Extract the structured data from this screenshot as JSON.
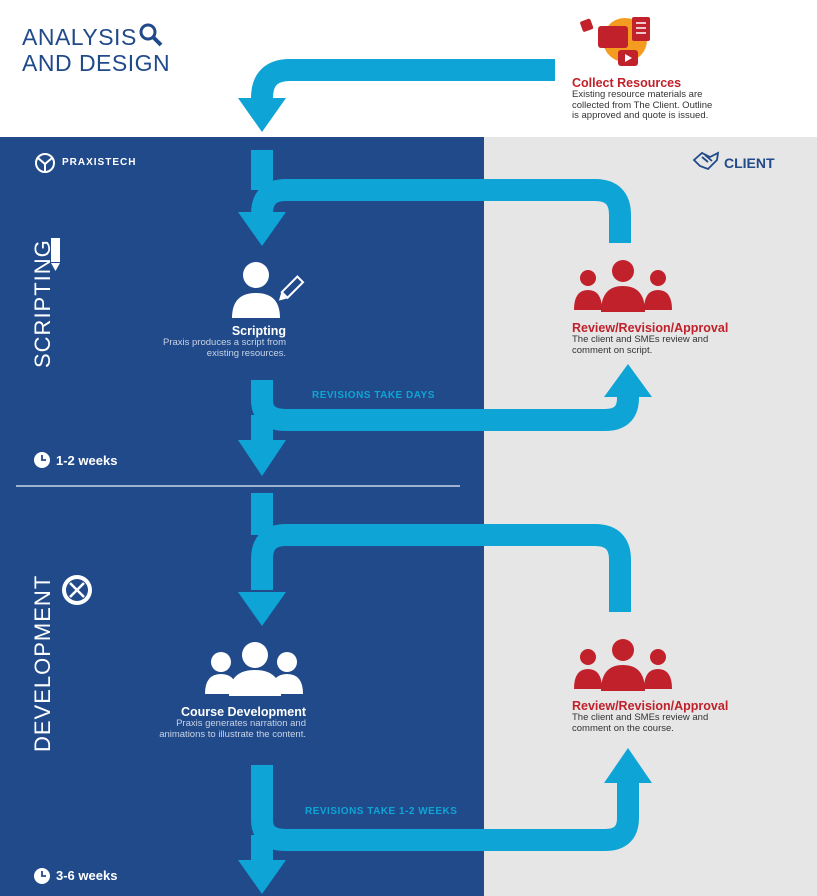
{
  "header": {
    "title_line1": "ANALYSIS",
    "title_line2": "AND DESIGN"
  },
  "collect": {
    "title": "Collect Resources",
    "desc_line1": "Existing resource materials are",
    "desc_line2": "collected from The Client. Outline",
    "desc_line3": "is approved and quote is issued."
  },
  "columns": {
    "left_brand": "PRAXISTECH",
    "right_label": "CLIENT"
  },
  "phases": [
    {
      "label": "SCRIPTING",
      "step_title": "Scripting",
      "step_desc_line1": "Praxis produces a script from",
      "step_desc_line2": "existing resources.",
      "review_title": "Review/Revision/Approval",
      "review_desc_line1": "The client and SMEs review and",
      "review_desc_line2": "comment on script.",
      "revision_note": "REVISIONS TAKE DAYS",
      "duration": "1-2 weeks"
    },
    {
      "label": "DEVELOPMENT",
      "step_title": "Course Development",
      "step_desc_line1": "Praxis generates narration and",
      "step_desc_line2": "animations to illustrate the content.",
      "review_title": "Review/Revision/Approval",
      "review_desc_line1": "The client and SMEs review and",
      "review_desc_line2": "comment on the course.",
      "revision_note": "REVISIONS TAKE 1-2 WEEKS",
      "duration": "3-6 weeks"
    }
  ],
  "colors": {
    "brand_blue": "#214a8a",
    "flow_cyan": "#0ea5d6",
    "accent_red": "#c0212a",
    "client_grey": "#e6e6e6",
    "resource_orange": "#f39c1f"
  }
}
